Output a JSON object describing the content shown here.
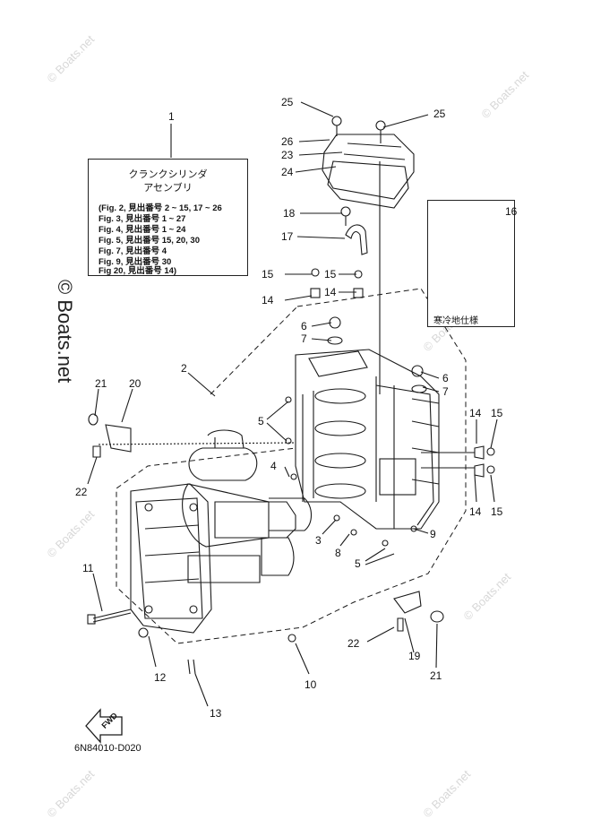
{
  "watermarks": {
    "side": "© Boats.net",
    "corner": "© Boats.net"
  },
  "legend": {
    "title_line1": "クランクシリンダ",
    "title_line2": "アセンブリ",
    "lines": [
      "(Fig. 2, 見出番号 2 ~ 15, 17 ~ 26",
      " Fig. 3, 見出番号 1 ~ 27",
      " Fig. 4, 見出番号 1 ~ 24",
      " Fig. 5, 見出番号 15, 20, 30",
      " Fig. 7, 見出番号 4",
      " Fig. 9, 見出番号 30",
      " Fig  20, 見出番号 14)"
    ]
  },
  "inset": {
    "caption": "寒冷地仕様"
  },
  "fwd_label": "FWD",
  "diagram_code": "6N84010-D020",
  "callouts": [
    {
      "id": "c1",
      "text": "1"
    },
    {
      "id": "c2",
      "text": "2"
    },
    {
      "id": "c3",
      "text": "3"
    },
    {
      "id": "c4",
      "text": "4"
    },
    {
      "id": "c5a",
      "text": "5"
    },
    {
      "id": "c5b",
      "text": "5"
    },
    {
      "id": "c6a",
      "text": "6"
    },
    {
      "id": "c6b",
      "text": "6"
    },
    {
      "id": "c7a",
      "text": "7"
    },
    {
      "id": "c7b",
      "text": "7"
    },
    {
      "id": "c8",
      "text": "8"
    },
    {
      "id": "c9",
      "text": "9"
    },
    {
      "id": "c10",
      "text": "10"
    },
    {
      "id": "c11",
      "text": "11"
    },
    {
      "id": "c12",
      "text": "12"
    },
    {
      "id": "c13",
      "text": "13"
    },
    {
      "id": "c14a",
      "text": "14"
    },
    {
      "id": "c14b",
      "text": "14"
    },
    {
      "id": "c14c",
      "text": "14"
    },
    {
      "id": "c14d",
      "text": "14"
    },
    {
      "id": "c15a",
      "text": "15"
    },
    {
      "id": "c15b",
      "text": "15"
    },
    {
      "id": "c15c",
      "text": "15"
    },
    {
      "id": "c15d",
      "text": "15"
    },
    {
      "id": "c16",
      "text": "16"
    },
    {
      "id": "c17",
      "text": "17"
    },
    {
      "id": "c18",
      "text": "18"
    },
    {
      "id": "c19",
      "text": "19"
    },
    {
      "id": "c20",
      "text": "20"
    },
    {
      "id": "c21a",
      "text": "21"
    },
    {
      "id": "c21b",
      "text": "21"
    },
    {
      "id": "c22a",
      "text": "22"
    },
    {
      "id": "c22b",
      "text": "22"
    },
    {
      "id": "c23",
      "text": "23"
    },
    {
      "id": "c24",
      "text": "24"
    },
    {
      "id": "c25a",
      "text": "25"
    },
    {
      "id": "c25b",
      "text": "25"
    },
    {
      "id": "c26",
      "text": "26"
    }
  ]
}
